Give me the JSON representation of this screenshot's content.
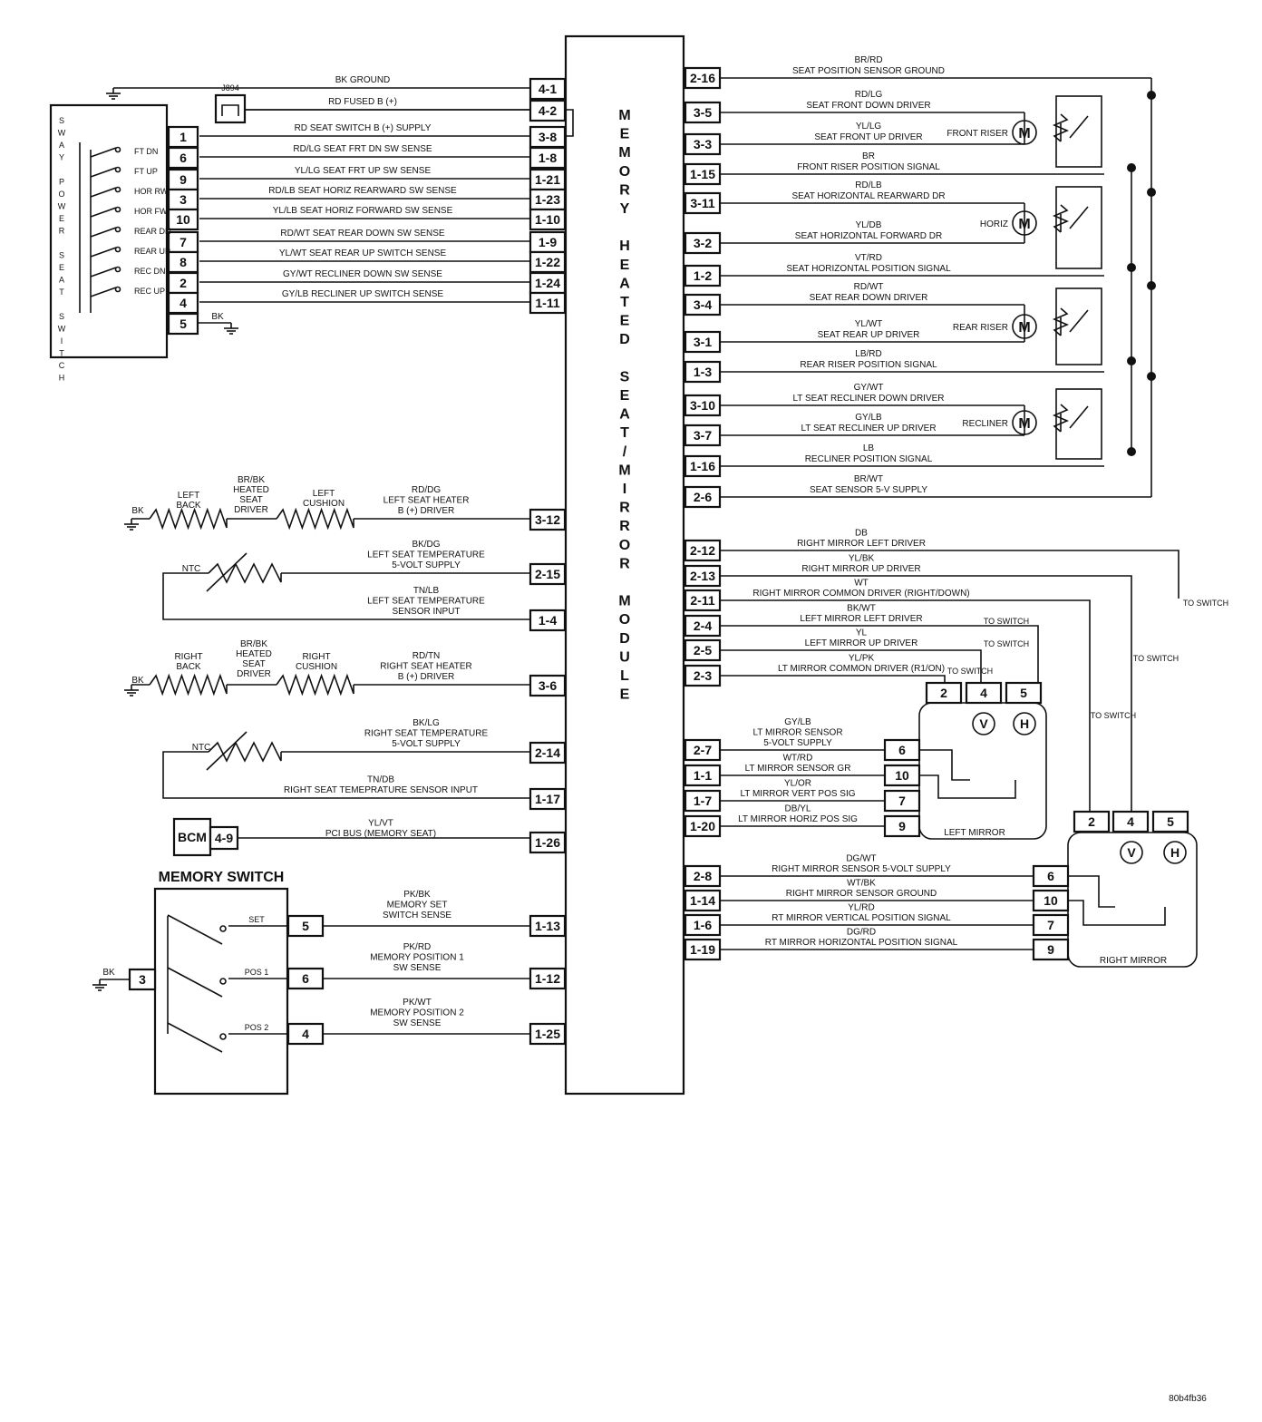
{
  "module": {
    "title_letters": [
      "M",
      "E",
      "M",
      "O",
      "R",
      "Y",
      "",
      "H",
      "E",
      "A",
      "T",
      "E",
      "D",
      "",
      "S",
      "E",
      "A",
      "T",
      "/",
      "M",
      "I",
      "R",
      "R",
      "O",
      "R",
      "",
      "M",
      "O",
      "D",
      "U",
      "L",
      "E"
    ]
  },
  "left_top": [
    {
      "pin": "4-1",
      "label": "BK GROUND"
    },
    {
      "pin": "4-2",
      "label": "RD FUSED B (+)"
    },
    {
      "pin": "3-8",
      "label": "RD SEAT SWITCH B (+) SUPPLY"
    },
    {
      "pin": "1-8",
      "label": "RD/LG SEAT FRT DN SW SENSE"
    },
    {
      "pin": "1-21",
      "label": "YL/LG SEAT FRT UP SW SENSE"
    },
    {
      "pin": "1-23",
      "label": "RD/LB SEAT HORIZ REARWARD SW SENSE"
    },
    {
      "pin": "1-10",
      "label": "YL/LB SEAT HORIZ FORWARD SW SENSE"
    },
    {
      "pin": "1-9",
      "label": "RD/WT SEAT REAR DOWN SW SENSE"
    },
    {
      "pin": "1-22",
      "label": "YL/WT SEAT REAR UP SWITCH SENSE"
    },
    {
      "pin": "1-24",
      "label": "GY/WT RECLINER DOWN SW SENSE"
    },
    {
      "pin": "1-11",
      "label": "GY/LB RECLINER UP SWITCH SENSE"
    }
  ],
  "fuse": "J894",
  "power_seat_switch": {
    "title": "SWAY POWER SEAT SWITCH",
    "pins": [
      "1",
      "6",
      "9",
      "3",
      "10",
      "7",
      "8",
      "2",
      "4",
      "5"
    ],
    "positions": [
      "FT DN",
      "FT UP",
      "HOR RW",
      "HOR FW",
      "REAR DN",
      "REAR UP",
      "REC DN",
      "REC UP"
    ],
    "ground": "BK"
  },
  "left_mid": [
    {
      "pin": "3-12",
      "label": [
        "RD/DG",
        "LEFT SEAT HEATER",
        "B (+) DRIVER"
      ]
    },
    {
      "pin": "2-15",
      "label": [
        "BK/DG",
        "LEFT SEAT TEMPERATURE",
        "5-VOLT SUPPLY"
      ]
    },
    {
      "pin": "1-4",
      "label": [
        "TN/LB",
        "LEFT SEAT TEMPERATURE",
        "SENSOR INPUT"
      ]
    },
    {
      "pin": "3-6",
      "label": [
        "RD/TN",
        "RIGHT SEAT HEATER",
        "B (+) DRIVER"
      ]
    },
    {
      "pin": "2-14",
      "label": [
        "BK/LG",
        "RIGHT SEAT TEMPERATURE",
        "5-VOLT SUPPLY"
      ]
    },
    {
      "pin": "1-17",
      "label": [
        "TN/DB",
        "RIGHT SEAT TEMEPRATURE SENSOR INPUT"
      ]
    },
    {
      "pin": "1-26",
      "label": [
        "YL/VT",
        "PCI BUS (MEMORY SEAT)"
      ]
    }
  ],
  "heaters": {
    "left": {
      "bk": "BK",
      "back": "LEFT BACK",
      "driver": "BR/BK HEATED SEAT DRIVER",
      "cushion": "LEFT CUSHION"
    },
    "right": {
      "bk": "BK",
      "back": "RIGHT BACK",
      "driver": "BR/BK HEATED SEAT DRIVER",
      "cushion": "RIGHT CUSHION"
    },
    "ntc": "NTC"
  },
  "bcm": {
    "name": "BCM",
    "pin": "4-9"
  },
  "memory_switch": {
    "title": "MEMORY SWITCH",
    "ground": "BK",
    "gnd_pin": "3",
    "rows": [
      {
        "sw": "SET",
        "pin": "5",
        "mpin": "1-13",
        "label": [
          "PK/BK",
          "MEMORY SET",
          "SWITCH SENSE"
        ]
      },
      {
        "sw": "POS 1",
        "pin": "6",
        "mpin": "1-12",
        "label": [
          "PK/RD",
          "MEMORY POSITION 1",
          "SW SENSE"
        ]
      },
      {
        "sw": "POS 2",
        "pin": "4",
        "mpin": "1-25",
        "label": [
          "PK/WT",
          "MEMORY POSITION 2",
          "SW SENSE"
        ]
      }
    ]
  },
  "right_seat": [
    {
      "pin": "2-16",
      "label": [
        "BR/RD",
        "SEAT POSITION SENSOR GROUND"
      ]
    },
    {
      "pin": "3-5",
      "label": [
        "RD/LG",
        "SEAT FRONT DOWN DRIVER"
      ]
    },
    {
      "pin": "3-3",
      "label": [
        "YL/LG",
        "SEAT FRONT UP DRIVER"
      ]
    },
    {
      "pin": "1-15",
      "label": [
        "BR",
        "FRONT RISER POSITION SIGNAL"
      ]
    },
    {
      "pin": "3-11",
      "label": [
        "RD/LB",
        "SEAT HORIZONTAL REARWARD DR"
      ]
    },
    {
      "pin": "3-2",
      "label": [
        "YL/DB",
        "SEAT HORIZONTAL FORWARD DR"
      ]
    },
    {
      "pin": "1-2",
      "label": [
        "VT/RD",
        "SEAT HORIZONTAL POSITION SIGNAL"
      ]
    },
    {
      "pin": "3-4",
      "label": [
        "RD/WT",
        "SEAT REAR DOWN DRIVER"
      ]
    },
    {
      "pin": "3-1",
      "label": [
        "YL/WT",
        "SEAT REAR UP DRIVER"
      ]
    },
    {
      "pin": "1-3",
      "label": [
        "LB/RD",
        "REAR RISER POSITION SIGNAL"
      ]
    },
    {
      "pin": "3-10",
      "label": [
        "GY/WT",
        "LT SEAT RECLINER DOWN DRIVER"
      ]
    },
    {
      "pin": "3-7",
      "label": [
        "GY/LB",
        "LT SEAT RECLINER UP DRIVER"
      ]
    },
    {
      "pin": "1-16",
      "label": [
        "LB",
        "RECLINER POSITION SIGNAL"
      ]
    },
    {
      "pin": "2-6",
      "label": [
        "BR/WT",
        "SEAT SENSOR 5-V SUPPLY"
      ]
    }
  ],
  "motors": [
    "FRONT RISER",
    "HORIZ",
    "REAR RISER",
    "RECLINER"
  ],
  "motor_symbol": "M",
  "right_mirror_wires": [
    {
      "pin": "2-12",
      "label": [
        "DB",
        "RIGHT MIRROR LEFT DRIVER"
      ]
    },
    {
      "pin": "2-13",
      "label": [
        "YL/BK",
        "RIGHT MIRROR UP DRIVER"
      ]
    },
    {
      "pin": "2-11",
      "label": [
        "WT",
        "RIGHT MIRROR COMMON DRIVER (RIGHT/DOWN)"
      ]
    },
    {
      "pin": "2-4",
      "label": [
        "BK/WT",
        "LEFT MIRROR LEFT DRIVER"
      ]
    },
    {
      "pin": "2-5",
      "label": [
        "YL",
        "LEFT MIRROR UP DRIVER"
      ]
    },
    {
      "pin": "2-3",
      "label": [
        "YL/PK",
        "LT MIRROR COMMON DRIVER (R1/ON)"
      ]
    },
    {
      "pin": "2-7",
      "label": [
        "GY/LB",
        "LT MIRROR SENSOR",
        "5-VOLT SUPPLY"
      ]
    },
    {
      "pin": "1-1",
      "label": [
        "WT/RD",
        "LT MIRROR SENSOR GR"
      ]
    },
    {
      "pin": "1-7",
      "label": [
        "YL/OR",
        "LT MIRROR VERT POS SIG"
      ]
    },
    {
      "pin": "1-20",
      "label": [
        "DB/YL",
        "LT MIRROR HORIZ POS SIG"
      ]
    },
    {
      "pin": "2-8",
      "label": [
        "DG/WT",
        "RIGHT MIRROR SENSOR 5-VOLT SUPPLY"
      ]
    },
    {
      "pin": "1-14",
      "label": [
        "WT/BK",
        "RIGHT MIRROR SENSOR GROUND"
      ]
    },
    {
      "pin": "1-6",
      "label": [
        "YL/RD",
        "RT MIRROR VERTICAL POSITION SIGNAL"
      ]
    },
    {
      "pin": "1-19",
      "label": [
        "DG/RD",
        "RT MIRROR HORIZONTAL POSITION SIGNAL"
      ]
    }
  ],
  "to_switch": "TO SWITCH",
  "left_mirror": {
    "name": "LEFT MIRROR",
    "top_pins": [
      "2",
      "4",
      "5"
    ],
    "side_pins": [
      "6",
      "10",
      "7",
      "9"
    ],
    "v": "V",
    "h": "H"
  },
  "right_mirror": {
    "name": "RIGHT MIRROR",
    "top_pins": [
      "2",
      "4",
      "5"
    ],
    "side_pins": [
      "6",
      "10",
      "7",
      "9"
    ],
    "v": "V",
    "h": "H"
  },
  "figure_id": "80b4fb36"
}
